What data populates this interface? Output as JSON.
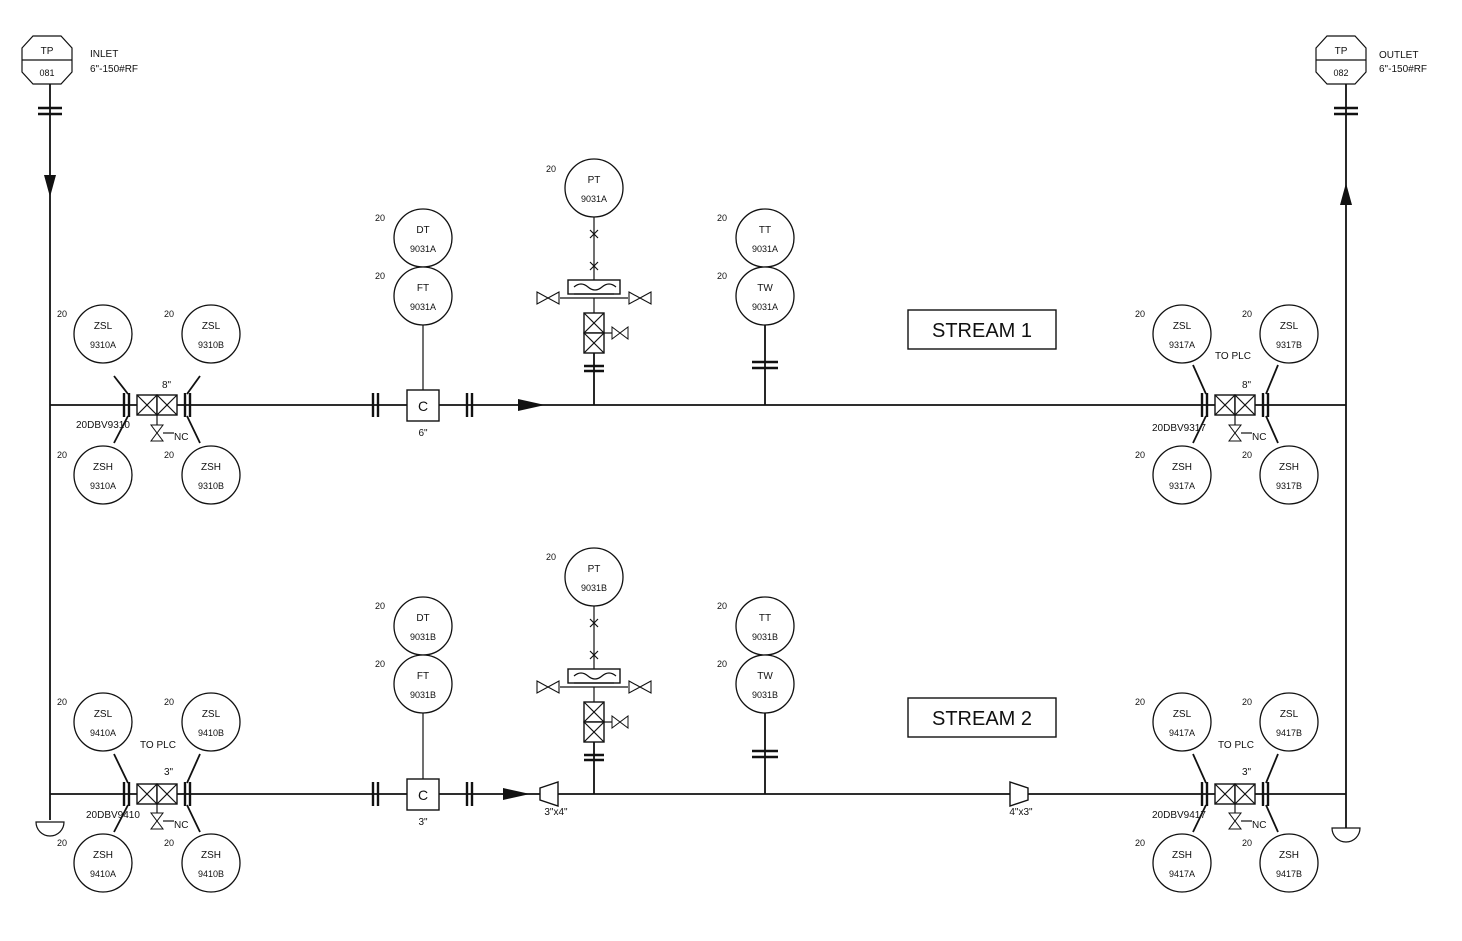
{
  "inlet": {
    "tag": "TP",
    "num": "081",
    "label": "INLET",
    "spec": "6\"-150#RF"
  },
  "outlet": {
    "tag": "TP",
    "num": "082",
    "label": "OUTLET",
    "spec": "6\"-150#RF"
  },
  "streams": [
    {
      "label": "STREAM 1",
      "left_valve": {
        "tag": "20DBV9310",
        "size": "8\"",
        "nc": "NC",
        "to_plc": "",
        "zsl_a": {
          "prefix": "20",
          "tag": "ZSL",
          "num": "9310A"
        },
        "zsl_b": {
          "prefix": "20",
          "tag": "ZSL",
          "num": "9310B"
        },
        "zsh_a": {
          "prefix": "20",
          "tag": "ZSH",
          "num": "9310A"
        },
        "zsh_b": {
          "prefix": "20",
          "tag": "ZSH",
          "num": "9310B"
        }
      },
      "meter": {
        "letter": "C",
        "size": "6\"",
        "dt": {
          "prefix": "20",
          "tag": "DT",
          "num": "9031A"
        },
        "ft": {
          "prefix": "20",
          "tag": "FT",
          "num": "9031A"
        }
      },
      "pt": {
        "prefix": "20",
        "tag": "PT",
        "num": "9031A"
      },
      "tt": {
        "prefix": "20",
        "tag": "TT",
        "num": "9031A"
      },
      "tw": {
        "prefix": "20",
        "tag": "TW",
        "num": "9031A"
      },
      "reducer_in": "",
      "reducer_out": "",
      "right_valve": {
        "tag": "20DBV9317",
        "size": "8\"",
        "nc": "NC",
        "to_plc": "TO PLC",
        "zsl_a": {
          "prefix": "20",
          "tag": "ZSL",
          "num": "9317A"
        },
        "zsl_b": {
          "prefix": "20",
          "tag": "ZSL",
          "num": "9317B"
        },
        "zsh_a": {
          "prefix": "20",
          "tag": "ZSH",
          "num": "9317A"
        },
        "zsh_b": {
          "prefix": "20",
          "tag": "ZSH",
          "num": "9317B"
        }
      }
    },
    {
      "label": "STREAM 2",
      "left_valve": {
        "tag": "20DBV9410",
        "size": "3\"",
        "nc": "NC",
        "to_plc": "TO PLC",
        "zsl_a": {
          "prefix": "20",
          "tag": "ZSL",
          "num": "9410A"
        },
        "zsl_b": {
          "prefix": "20",
          "tag": "ZSL",
          "num": "9410B"
        },
        "zsh_a": {
          "prefix": "20",
          "tag": "ZSH",
          "num": "9410A"
        },
        "zsh_b": {
          "prefix": "20",
          "tag": "ZSH",
          "num": "9410B"
        }
      },
      "meter": {
        "letter": "C",
        "size": "3\"",
        "dt": {
          "prefix": "20",
          "tag": "DT",
          "num": "9031B"
        },
        "ft": {
          "prefix": "20",
          "tag": "FT",
          "num": "9031B"
        }
      },
      "pt": {
        "prefix": "20",
        "tag": "PT",
        "num": "9031B"
      },
      "tt": {
        "prefix": "20",
        "tag": "TT",
        "num": "9031B"
      },
      "tw": {
        "prefix": "20",
        "tag": "TW",
        "num": "9031B"
      },
      "reducer_in": "3\"x4\"",
      "reducer_out": "4\"x3\"",
      "right_valve": {
        "tag": "20DBV9417",
        "size": "3\"",
        "nc": "NC",
        "to_plc": "TO PLC",
        "zsl_a": {
          "prefix": "20",
          "tag": "ZSL",
          "num": "9417A"
        },
        "zsl_b": {
          "prefix": "20",
          "tag": "ZSL",
          "num": "9417B"
        },
        "zsh_a": {
          "prefix": "20",
          "tag": "ZSH",
          "num": "9417A"
        },
        "zsh_b": {
          "prefix": "20",
          "tag": "ZSH",
          "num": "9417B"
        }
      }
    }
  ]
}
